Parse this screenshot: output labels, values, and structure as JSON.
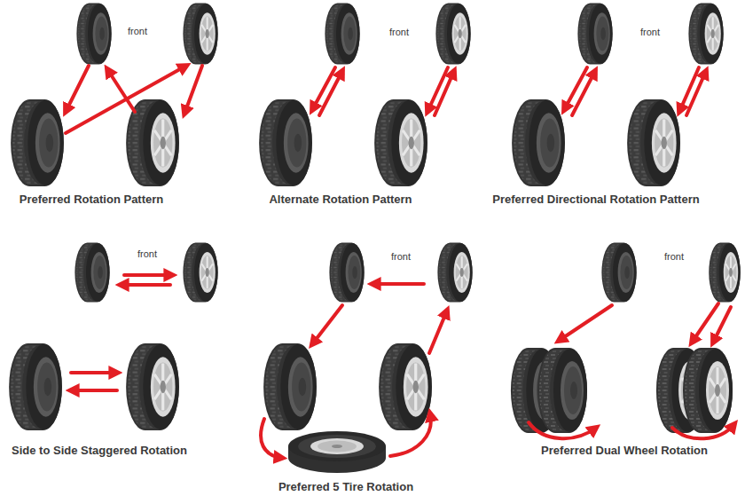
{
  "diagram": {
    "labels": [
      "front",
      "Preferred Rotation Pattern",
      "front",
      "Alternate Rotation Pattern",
      "front",
      "Preferred Directional Rotation Pattern",
      "front",
      "Side to Side Staggered Rotation",
      "front",
      "Preferred 5 Tire Rotation",
      "front",
      "Preferred Dual Wheel Rotation"
    ]
  }
}
